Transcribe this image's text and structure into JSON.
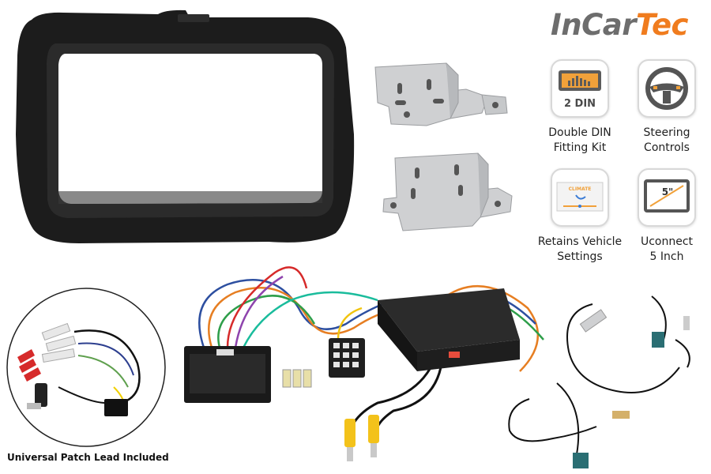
{
  "brand": {
    "part1": "InCar",
    "part2": "Tec"
  },
  "features": [
    {
      "icon": "double-din-icon",
      "icon_text": "2 DIN",
      "label_line1": "Double DIN",
      "label_line2": "Fitting Kit"
    },
    {
      "icon": "steering-wheel-icon",
      "label_line1": "Steering",
      "label_line2": "Controls"
    },
    {
      "icon": "climate-settings-icon",
      "icon_text": "CLIMATE",
      "label_line1": "Retains Vehicle",
      "label_line2": "Settings"
    },
    {
      "icon": "screen-size-icon",
      "icon_text": "5\"",
      "label_line1": "Uconnect",
      "label_line2": "5 Inch"
    }
  ],
  "caption": "Universal Patch Lead Included",
  "colors": {
    "brand_grey": "#6d6d6d",
    "brand_orange": "#f07c1e",
    "frame_black": "#1c1c1c",
    "rca_yellow": "#f3c21a",
    "fakra_teal": "#2a6e73"
  }
}
